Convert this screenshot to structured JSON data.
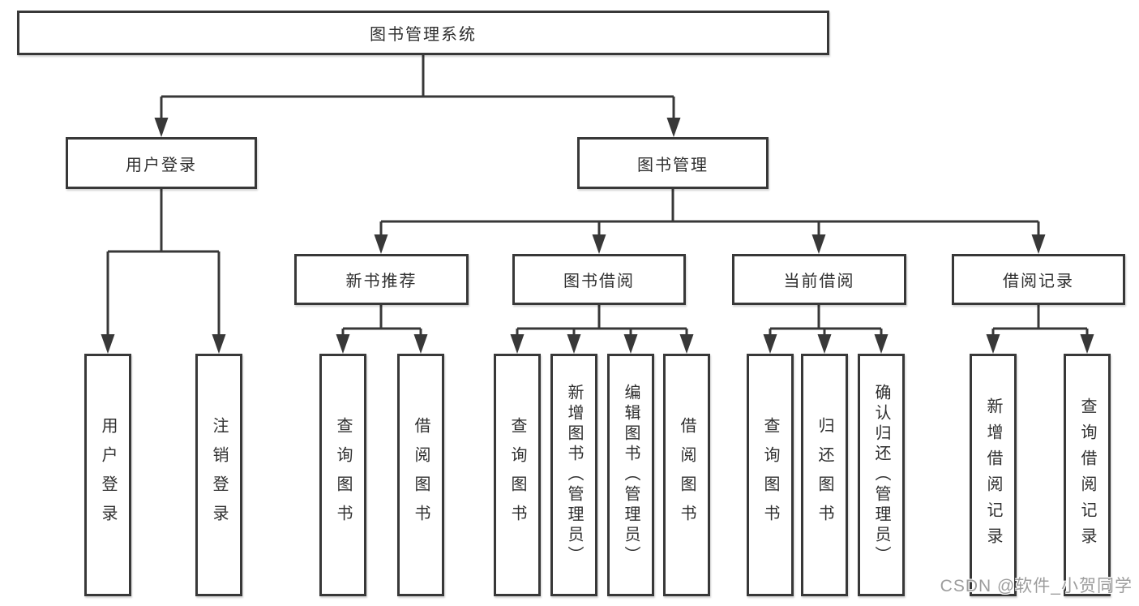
{
  "diagram": {
    "root": {
      "label": "图书管理系统"
    },
    "level2": [
      {
        "id": "user-login",
        "label": "用户登录"
      },
      {
        "id": "book-management",
        "label": "图书管理"
      }
    ],
    "level3": [
      {
        "id": "new-book-recommend",
        "label": "新书推荐",
        "parent": "图书管理"
      },
      {
        "id": "book-borrowing",
        "label": "图书借阅",
        "parent": "图书管理"
      },
      {
        "id": "current-borrowing",
        "label": "当前借阅",
        "parent": "图书管理"
      },
      {
        "id": "borrowing-records",
        "label": "借阅记录",
        "parent": "图书管理"
      }
    ],
    "leaves": [
      {
        "id": "user-login-leaf",
        "label": "用户登录",
        "parent": "用户登录"
      },
      {
        "id": "logout",
        "label": "注销登录",
        "parent": "用户登录"
      },
      {
        "id": "query-books-recommend",
        "label": "查询图书",
        "parent": "新书推荐"
      },
      {
        "id": "borrow-books-recommend",
        "label": "借阅图书",
        "parent": "新书推荐"
      },
      {
        "id": "query-books-borrowing",
        "label": "查询图书",
        "parent": "图书借阅"
      },
      {
        "id": "add-books-admin",
        "label": "新增图书（管理员）",
        "parent": "图书借阅"
      },
      {
        "id": "edit-books-admin",
        "label": "编辑图书（管理员）",
        "parent": "图书借阅"
      },
      {
        "id": "borrow-books-borrowing",
        "label": "借阅图书",
        "parent": "图书借阅"
      },
      {
        "id": "query-books-current",
        "label": "查询图书",
        "parent": "当前借阅"
      },
      {
        "id": "return-books",
        "label": "归还图书",
        "parent": "当前借阅"
      },
      {
        "id": "confirm-return-admin",
        "label": "确认归还（管理员）",
        "parent": "当前借阅"
      },
      {
        "id": "add-borrow-record",
        "label": "新增借阅记录",
        "parent": "借阅记录"
      },
      {
        "id": "query-borrow-record",
        "label": "查询借阅记录",
        "parent": "借阅记录"
      }
    ]
  },
  "watermark": {
    "text": "CSDN @软件_小贺同学"
  },
  "colors": {
    "line": "#383838",
    "box_border": "#383838",
    "box_background": "#ffffff",
    "text": "#2f2f2f",
    "watermark": "#989898",
    "background": "#ffffff"
  }
}
